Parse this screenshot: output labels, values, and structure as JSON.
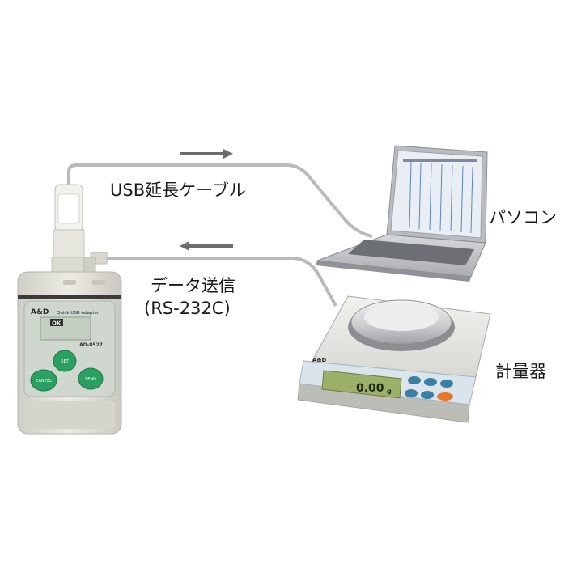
{
  "labels": {
    "usb_cable": "USB延長ケーブル",
    "data_send_line1": "データ送信",
    "data_send_line2": "(RS-232C)",
    "pc": "パソコン",
    "scale": "計量器"
  },
  "adapter": {
    "brand": "A&D",
    "model_title": "Quick USB Adapter",
    "model_number": "AD-8527",
    "display_text": "OK",
    "buttons": [
      "SET",
      "CANCEL",
      "SEND"
    ]
  },
  "scale_device": {
    "brand": "A&D",
    "display_value": "0.00",
    "display_unit": "g"
  },
  "colors": {
    "cable": "#b9b9b9",
    "arrow": "#6d6d6d",
    "adapter_body": "#e3e2da",
    "adapter_panel": "#cfd7cf",
    "adapter_button": "#2c9f62",
    "lcd": "#c2cfc0",
    "scale_lcd": "#9cb06a",
    "scale_key": "#3c7fa6",
    "scale_key_accent": "#e8762a",
    "laptop_body": "#c5c7ca",
    "laptop_screen": "#e8eef4"
  }
}
